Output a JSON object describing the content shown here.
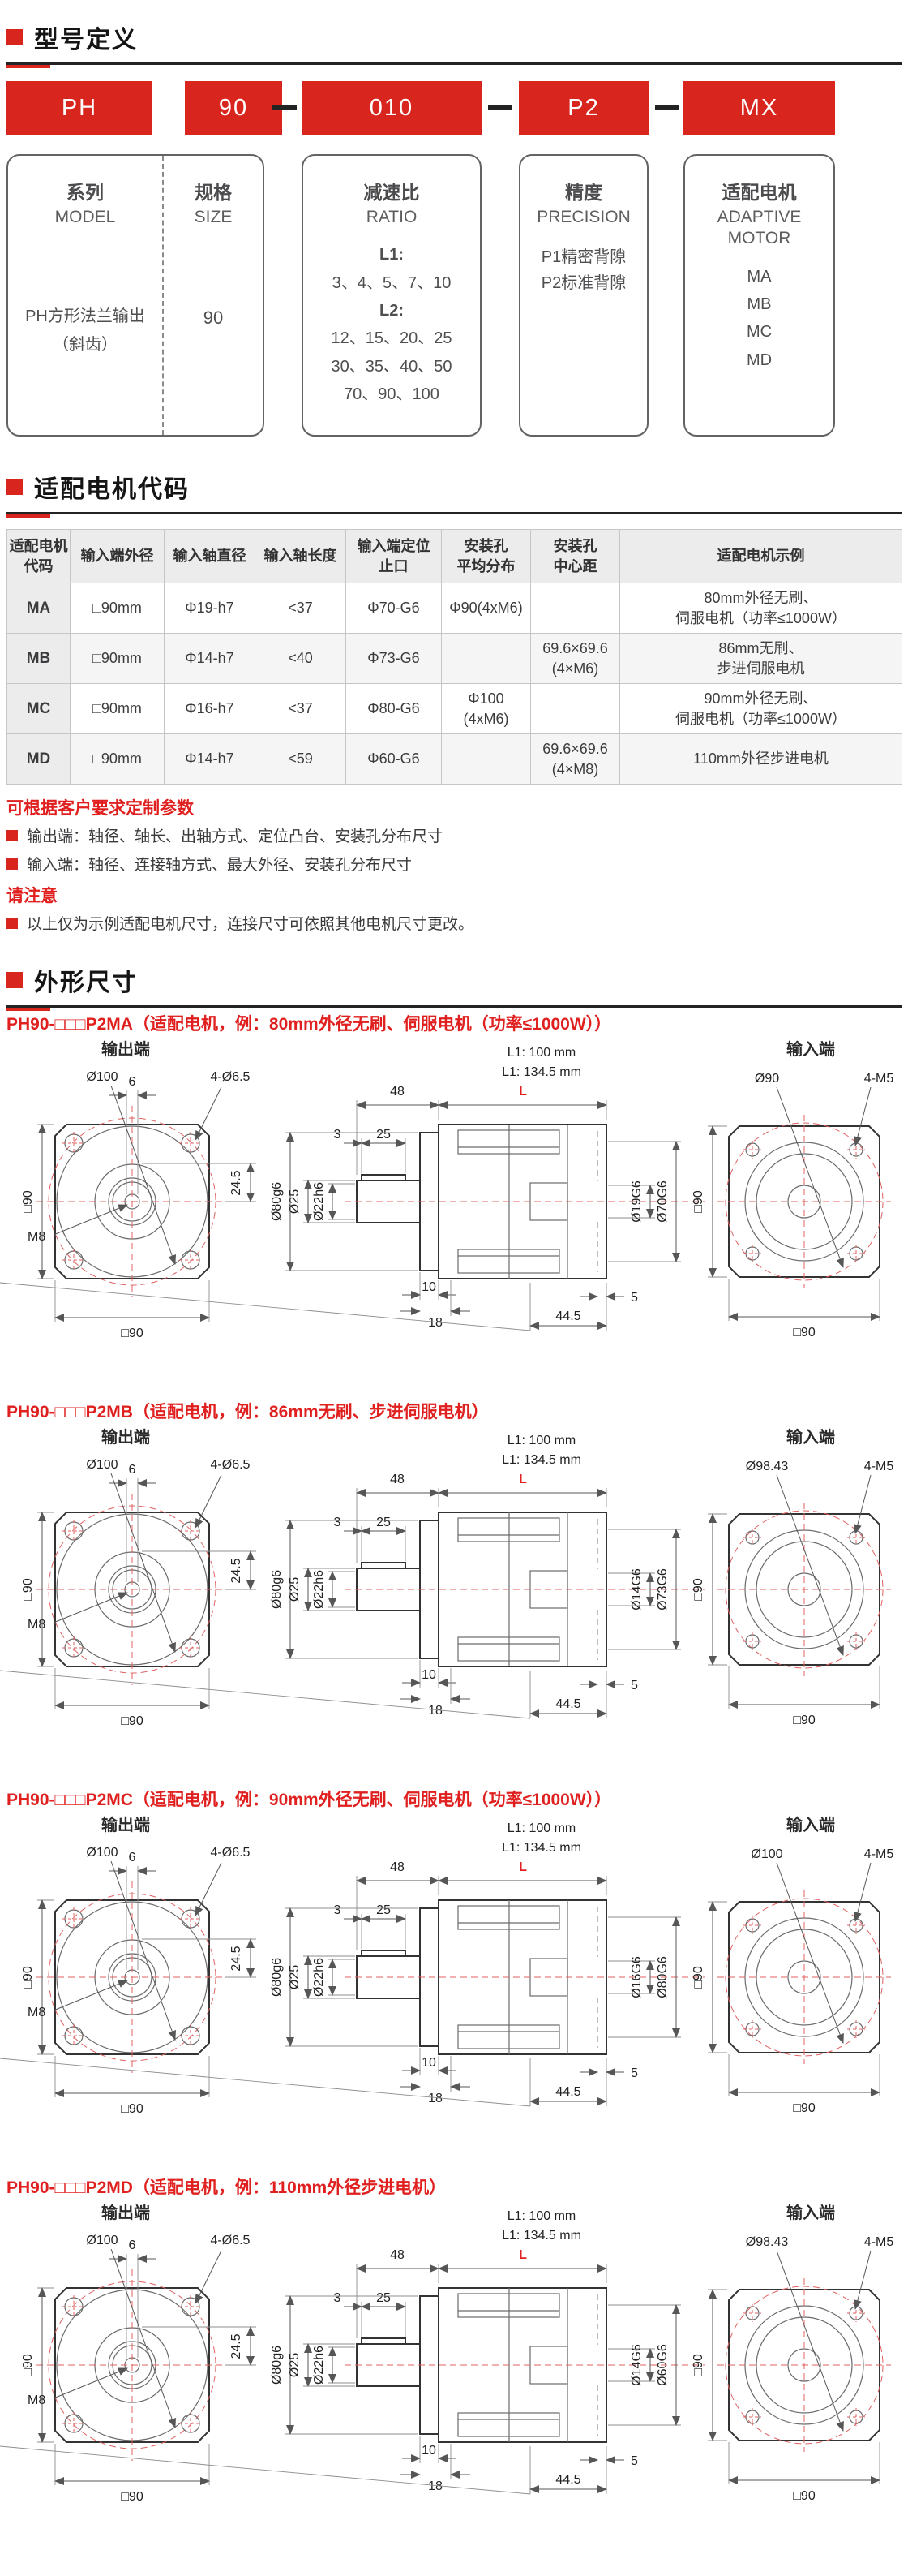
{
  "accent_red": "#d8251d",
  "section1": {
    "title": "型号定义"
  },
  "model_code": {
    "boxes": [
      "PH",
      "90",
      "010",
      "P2",
      "MX"
    ]
  },
  "spec_boxes": {
    "series": {
      "zh": "系列",
      "en": "MODEL",
      "line1": "PH方形法兰输出",
      "line2": "（斜齿）"
    },
    "size": {
      "zh": "规格",
      "en": "SIZE",
      "value": "90"
    },
    "ratio": {
      "zh": "减速比",
      "en": "RATIO",
      "l1_label": "L1:",
      "l1_values": "3、4、5、7、10",
      "l2_label": "L2:",
      "l2_line1": "12、15、20、25",
      "l2_line2": "30、35、40、50",
      "l2_line3": "70、90、100"
    },
    "precision": {
      "zh": "精度",
      "en": "PRECISION",
      "p1": "P1精密背隙",
      "p2": "P2标准背隙"
    },
    "motor": {
      "zh": "适配电机",
      "en": "ADAPTIVE\nMOTOR",
      "codes": [
        "MA",
        "MB",
        "MC",
        "MD"
      ]
    }
  },
  "section2": {
    "title": "适配电机代码"
  },
  "motor_table": {
    "headers": [
      "适配电机\n代码",
      "输入端外径",
      "输入轴直径",
      "输入轴长度",
      "输入端定位\n止口",
      "安装孔\n平均分布",
      "安装孔\n中心距",
      "适配电机示例"
    ],
    "rows": [
      [
        "MA",
        "□90mm",
        "Φ19-h7",
        "<37",
        "Φ70-G6",
        "Φ90(4xM6)",
        "",
        "80mm外径无刷、\n伺服电机（功率≤1000W）"
      ],
      [
        "MB",
        "□90mm",
        "Φ14-h7",
        "<40",
        "Φ73-G6",
        "",
        "69.6×69.6\n(4×M6)",
        "86mm无刷、\n步进伺服电机"
      ],
      [
        "MC",
        "□90mm",
        "Φ16-h7",
        "<37",
        "Φ80-G6",
        "Φ100\n(4xM6)",
        "",
        "90mm外径无刷、\n伺服电机（功率≤1000W）"
      ],
      [
        "MD",
        "□90mm",
        "Φ14-h7",
        "<59",
        "Φ60-G6",
        "",
        "69.6×69.6\n(4×M8)",
        "110mm外径步进电机"
      ]
    ]
  },
  "notes": {
    "custom_title": "可根据客户要求定制参数",
    "bullet1": "输出端：轴径、轴长、出轴方式、定位凸台、安装孔分布尺寸",
    "bullet2": "输入端：轴径、连接轴方式、最大外径、安装孔分布尺寸",
    "attention_title": "请注意",
    "attention_bullet": "以上仅为示例适配电机尺寸，连接尺寸可依照其他电机尺寸更改。"
  },
  "section3": {
    "title": "外形尺寸"
  },
  "drawings": {
    "common": {
      "output_title": "输出端",
      "input_title": "输入端",
      "l1a": "L1: 100 mm",
      "l1b": "L1: 134.5 mm",
      "dim_L": "L",
      "dim_48": "48",
      "dim_3": "3",
      "dim_25": "25",
      "dim_6": "6",
      "dim_100": "Ø100",
      "dim_465": "4-Ø6.5",
      "dim_sq90": "□90",
      "dim_245": "24.5",
      "dim_m8": "M8",
      "dim_80g6": "Ø80g6",
      "dim_o25": "Ø25",
      "dim_22h6": "Ø22h6",
      "dim_10": "10",
      "dim_18": "18",
      "dim_445": "44.5",
      "dim_5": "5"
    },
    "variants": [
      {
        "title": "PH90-□□□P2MA（适配电机，例：80mm外径无刷、伺服电机（功率≤1000W））",
        "input_dia": "Ø90",
        "input_screw": "4-M5",
        "bore": "Ø19G6",
        "spigot": "Ø70G6"
      },
      {
        "title": "PH90-□□□P2MB（适配电机，例：86mm无刷、步进伺服电机）",
        "input_dia": "Ø98.43",
        "input_screw": "4-M5",
        "bore": "Ø14G6",
        "spigot": "Ø73G6"
      },
      {
        "title": "PH90-□□□P2MC（适配电机，例：90mm外径无刷、伺服电机（功率≤1000W））",
        "input_dia": "Ø100",
        "input_screw": "4-M5",
        "bore": "Ø16G6",
        "spigot": "Ø80G6"
      },
      {
        "title": "PH90-□□□P2MD（适配电机，例：110mm外径步进电机）",
        "input_dia": "Ø98.43",
        "input_screw": "4-M5",
        "bore": "Ø14G6",
        "spigot": "Ø60G6"
      }
    ]
  }
}
